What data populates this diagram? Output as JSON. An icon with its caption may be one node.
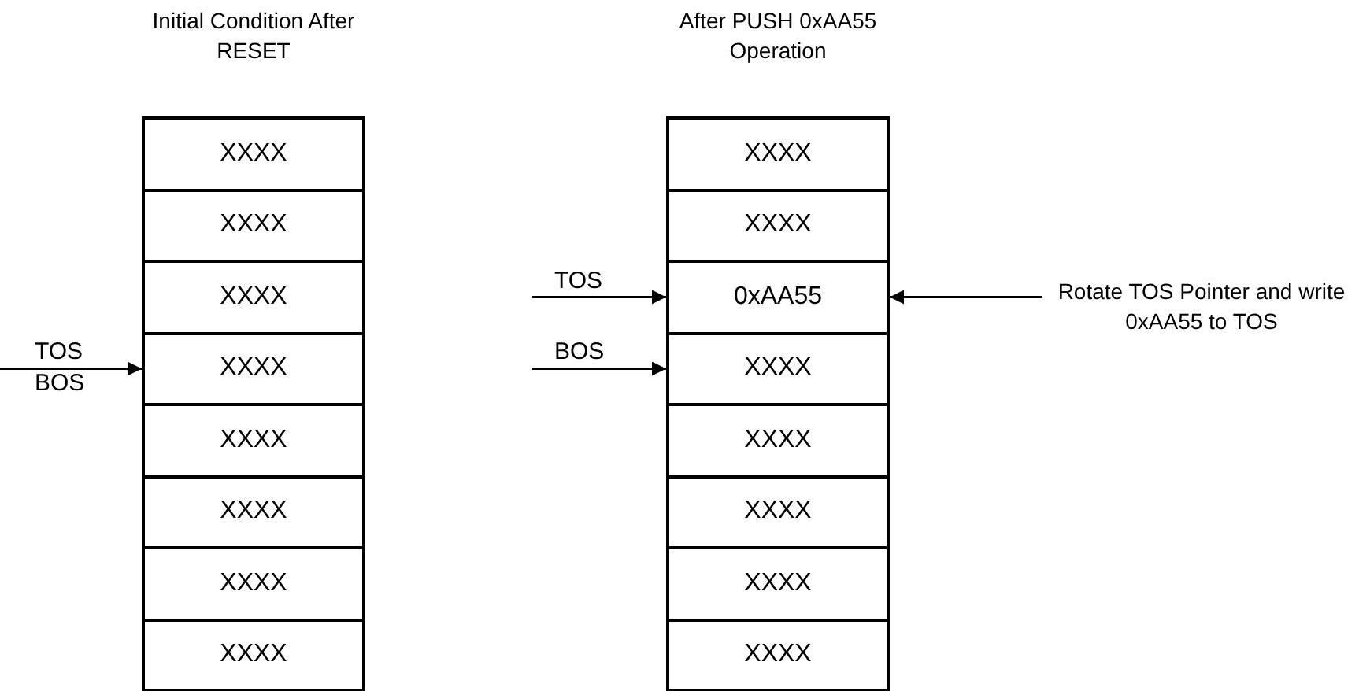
{
  "diagram": {
    "nodes": [
      {
        "text": [
          "Initial Condition After RESET"
        ]
      },
      {
        "text": [
          "XXXX"
        ],
        "in": 0
      },
      {
        "text": [
          "XXXX"
        ],
        "in": 0
      },
      {
        "text": [
          "XXXX"
        ],
        "in": 0
      },
      {
        "text": [
          "XXXX"
        ],
        "in": 0
      },
      {
        "text": [
          "XXXX"
        ],
        "in": 0
      },
      {
        "text": [
          "XXXX"
        ],
        "in": 0
      },
      {
        "text": [
          "XXXX"
        ],
        "in": 0
      },
      {
        "text": [
          "XXXX"
        ],
        "in": 0
      },
      {
        "text": [
          "After PUSH 0xAA55 Operation"
        ]
      },
      {
        "text": [
          "XXXX"
        ],
        "in": 9
      },
      {
        "text": [
          "XXXX"
        ],
        "in": 9
      },
      {
        "text": [
          "0xAA55"
        ],
        "in": 9
      },
      {
        "text": [
          "XXXX"
        ],
        "in": 9
      },
      {
        "text": [
          "XXXX"
        ],
        "in": 9
      },
      {
        "text": [
          "XXXX"
        ],
        "in": 9
      },
      {
        "text": [
          "XXXX"
        ],
        "in": 9
      },
      {
        "text": [
          "XXXX"
        ],
        "in": 9
      },
      {
        "text": [
          "Rotate TOS Pointer and write 0xAA55 to TOS"
        ]
      }
    ],
    "edges": [
      {
        "from": null,
        "to": 4,
        "arrow": "to",
        "label": "TOS BOS"
      },
      {
        "from": null,
        "to": 12,
        "arrow": "to",
        "label": "TOS"
      },
      {
        "from": null,
        "to": 13,
        "arrow": "to",
        "label": "BOS"
      },
      {
        "from": 18,
        "to": 12,
        "arrow": "to"
      }
    ]
  }
}
